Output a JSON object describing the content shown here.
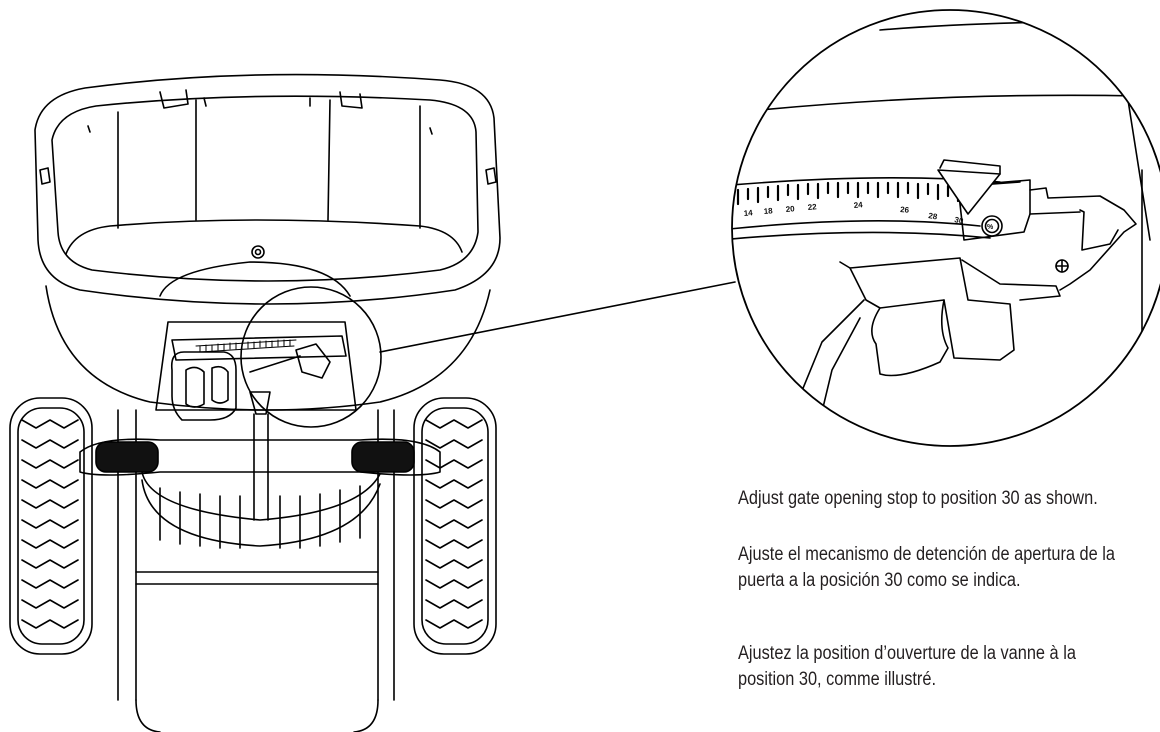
{
  "instructions": {
    "en": "Adjust gate opening stop to position 30 as shown.",
    "es": "Ajuste el mecanismo de detención de apertura de la\npuerta a la posición 30 como se indica.",
    "fr": "Ajustez la position d’ouverture de la vanne à la\nposition 30, comme illustré."
  },
  "scale": {
    "tick_labels": [
      "14",
      "18",
      "20",
      "22",
      "24",
      "26",
      "28",
      "30"
    ],
    "knob_label": "%",
    "selected_position": "30"
  },
  "colors": {
    "line": "#000000",
    "text": "#231f20",
    "background": "#ffffff"
  }
}
